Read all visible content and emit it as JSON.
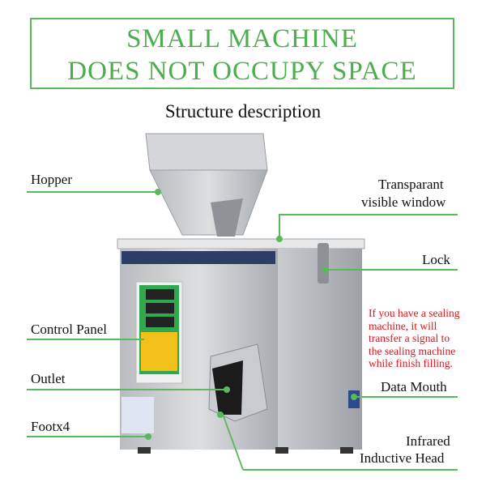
{
  "title": {
    "line1": "SMALL MACHINE",
    "line2": "DOES NOT OCCUPY SPACE"
  },
  "subtitle": "Structure description",
  "labels": {
    "hopper": "Hopper",
    "window_line1": "Transparant",
    "window_line2": "visible window",
    "lock": "Lock",
    "control_panel": "Control Panel",
    "outlet": "Outlet",
    "data_mouth": "Data Mouth",
    "foot": "Footx4",
    "infrared_line1": "Infrared",
    "infrared_line2": "Inductive Head"
  },
  "note": [
    "If you have a sealing",
    "machine, it will",
    "transfer a signal to",
    "the sealing machine",
    "while finish filling."
  ],
  "colors": {
    "accent_green": "#4cae4c",
    "note_red": "#e0141e",
    "steel": "#c9ccd0"
  }
}
